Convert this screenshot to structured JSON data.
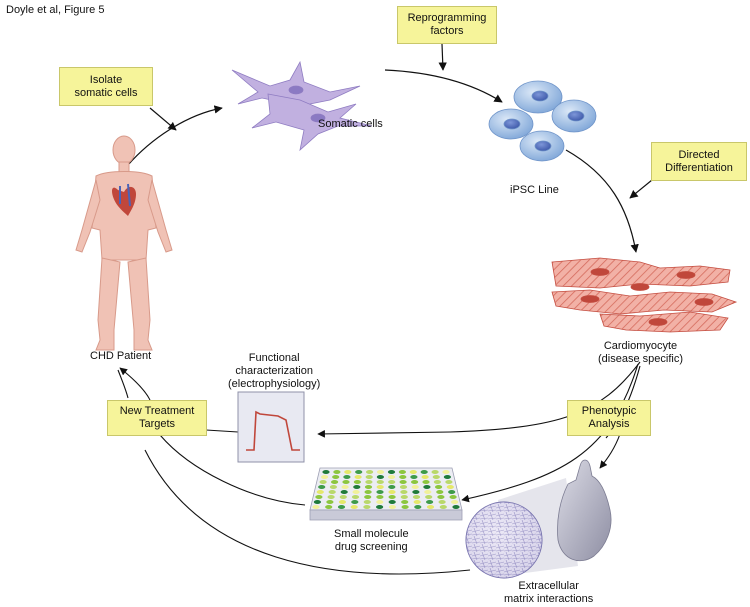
{
  "figure_title": "Doyle et al, Figure 5",
  "boxes": {
    "isolate": [
      "Isolate",
      "somatic cells"
    ],
    "reprogramming": [
      "Reprogramming",
      "factors"
    ],
    "directed": [
      "Directed",
      "Differentiation"
    ],
    "phenotypic": [
      "Phenotypic",
      "Analysis"
    ],
    "new_treatment": [
      "New Treatment",
      "Targets"
    ]
  },
  "labels": {
    "somatic_cells": "Somatic cells",
    "ipsc_line": "iPSC Line",
    "cardiomyocyte": [
      "Cardiomyocyte",
      "(disease specific)"
    ],
    "chd_patient": "CHD Patient",
    "functional": [
      "Functional",
      "characterization",
      "(electrophysiology)"
    ],
    "small_molecule": [
      "Small molecule",
      "drug screening"
    ],
    "extracellular": [
      "Extracellular",
      "matrix interactions"
    ]
  },
  "icons": [
    "human-body-icon",
    "somatic-cells-icon",
    "ipsc-cells-icon",
    "cardiomyocyte-icon",
    "action-potential-icon",
    "well-plate-icon",
    "extracellular-matrix-icon"
  ],
  "colors": {
    "box_fill": "#f6f49a",
    "skin": "#f0c2b5",
    "ipsc": "#8fb3df",
    "cardio": "#e07a6e",
    "somatic": "#b9a6d9"
  }
}
